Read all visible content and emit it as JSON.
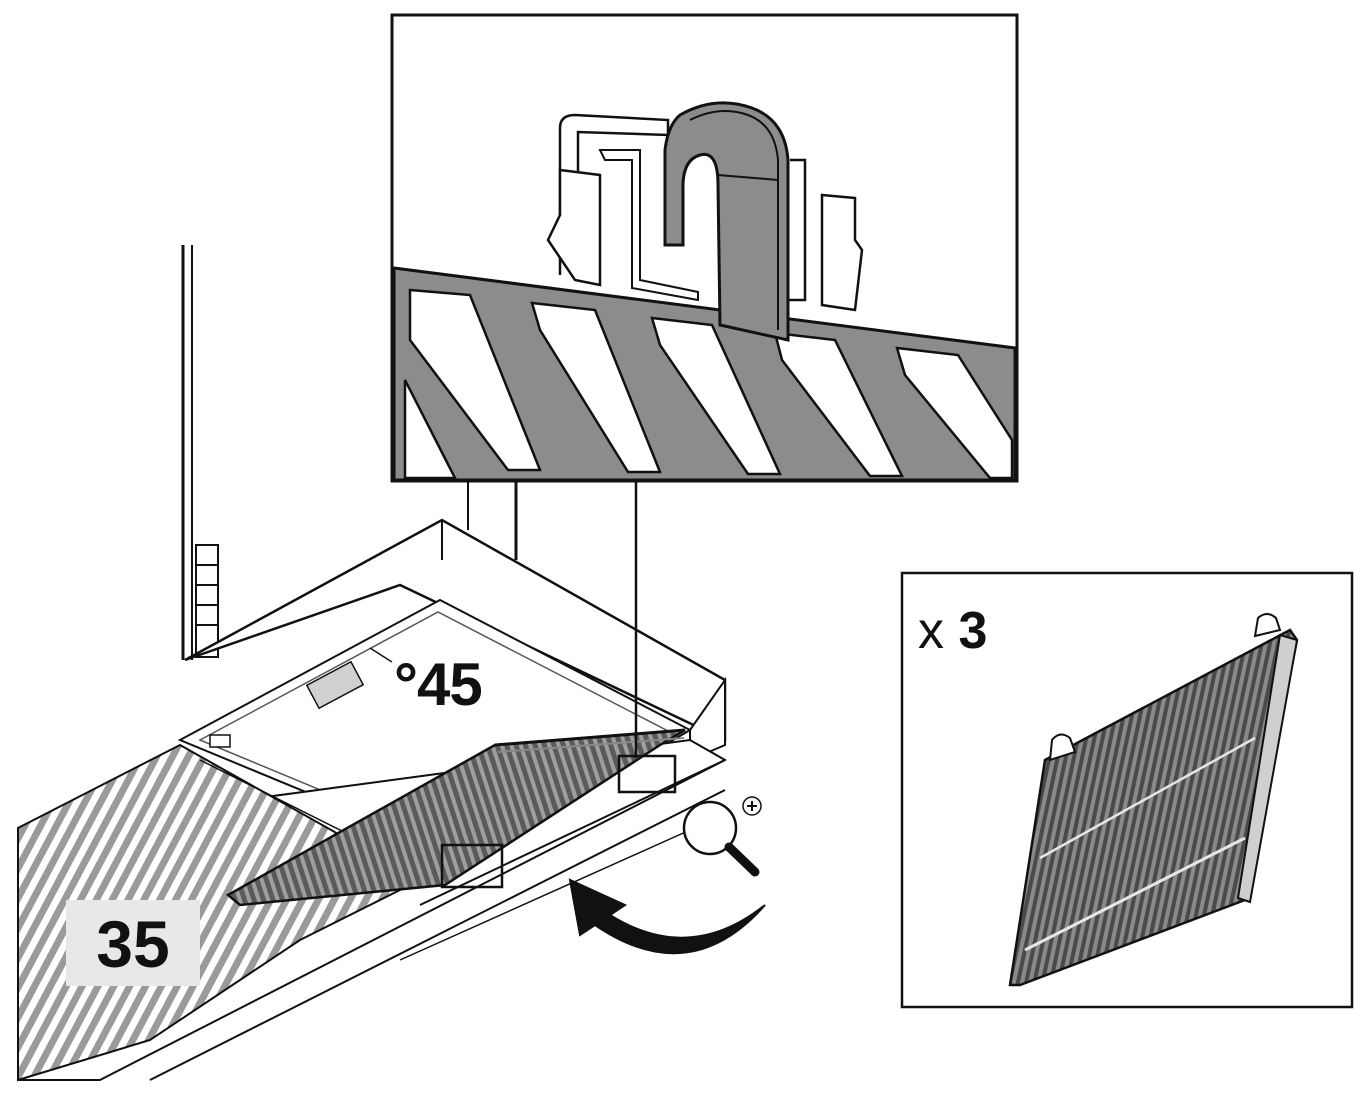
{
  "figure": {
    "step_number": "35",
    "tilt_angle": "°45",
    "quantity": {
      "prefix": "x",
      "count": "3"
    },
    "icons": [
      "magnifier-zoom-in-icon",
      "curved-rotation-arrow-icon"
    ],
    "colors": {
      "line": "#111111",
      "fill_gray": "#8c8c8c",
      "fill_light": "#d9d9d9",
      "step_box": "#e8e8e8",
      "background": "#ffffff"
    }
  }
}
